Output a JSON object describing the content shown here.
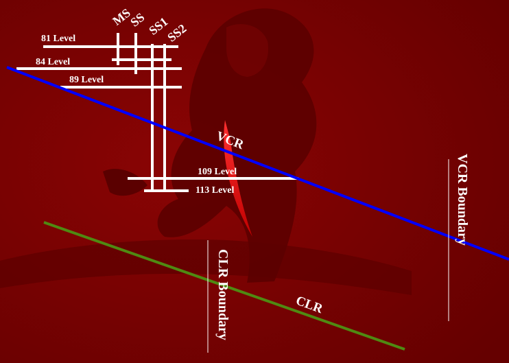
{
  "colors": {
    "background": "#7a0000",
    "vcr_line": "#0000ff",
    "clr_line": "#4f8a12",
    "level_lines": "#ffffff",
    "boundary_markers": "#ffffff",
    "decorative_figure": "#5a0000"
  },
  "shafts": {
    "ms": "MS",
    "ss": "SS",
    "ss1": "SS1",
    "ss2": "SS2"
  },
  "levels": {
    "l81": "81 Level",
    "l84": "84 Level",
    "l89": "89 Level",
    "l109": "109 Level",
    "l113": "113 Level"
  },
  "lines": {
    "vcr": "VCR",
    "clr": "CLR"
  },
  "boundaries": {
    "vcr": "VCR Boundary",
    "clr": "CLR Boundary"
  },
  "background_art": "lion-statue-silhouette"
}
